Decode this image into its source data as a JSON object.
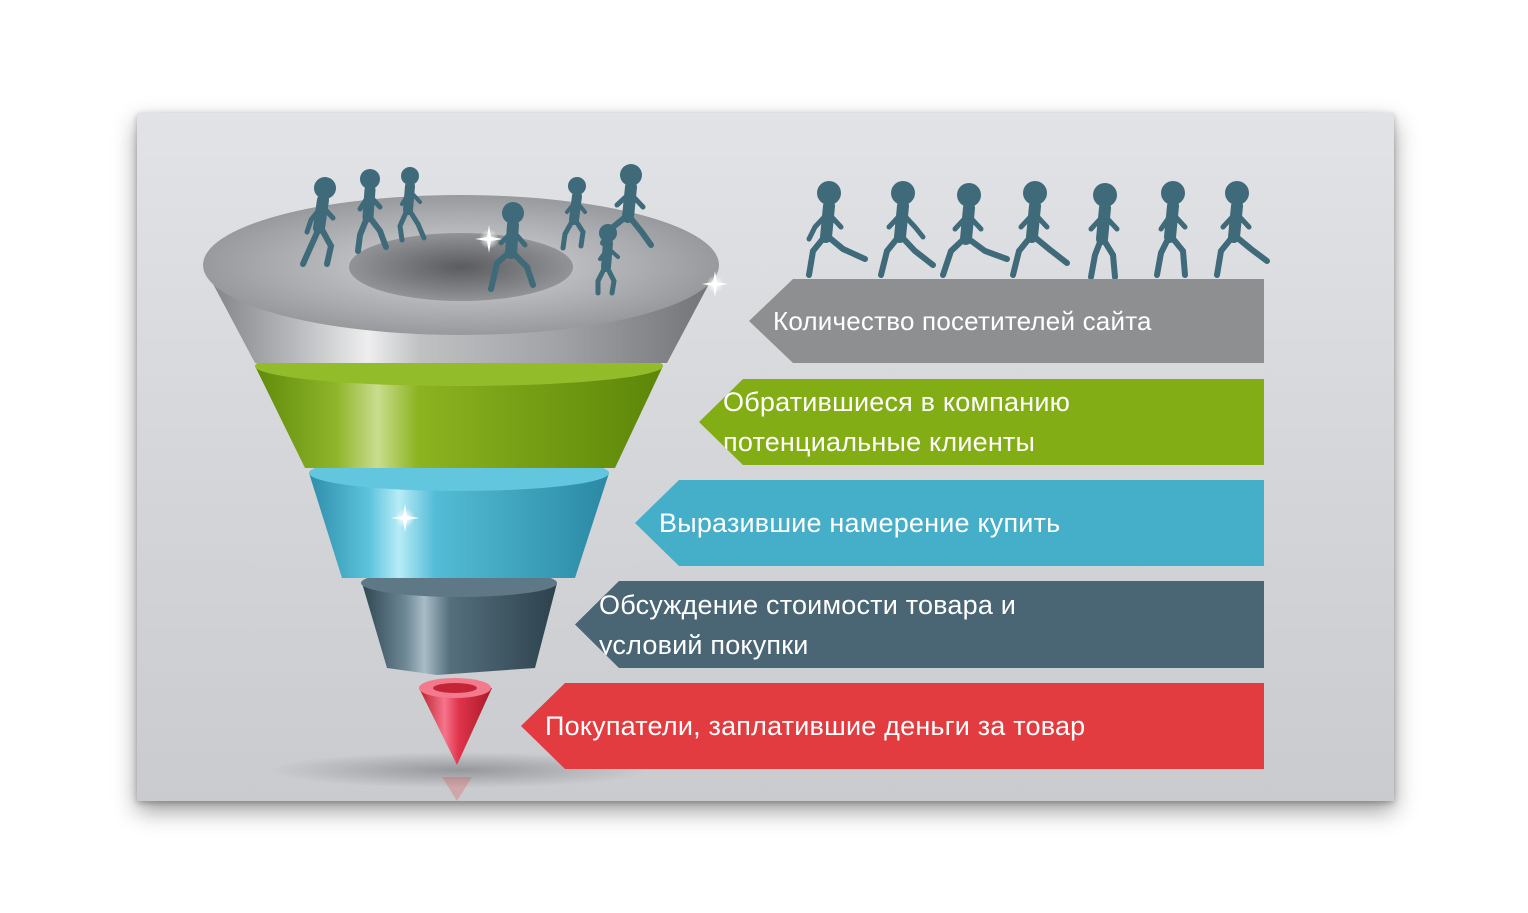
{
  "stages": [
    {
      "label": "Количество посетителей сайта",
      "color": "#8e8f91"
    },
    {
      "label": "Обратившиеся в компанию потенциальные клиенты",
      "color": "#83ad14"
    },
    {
      "label": "Выразившие намерение купить",
      "color": "#45aec9"
    },
    {
      "label": "Обсуждение стоимости товара и условий покупки",
      "color": "#4a6574"
    },
    {
      "label": "Покупатели, заплатившие деньги за товар",
      "color": "#e23b40"
    }
  ],
  "icons": [
    "running-person-icon",
    "sparkle-icon"
  ]
}
